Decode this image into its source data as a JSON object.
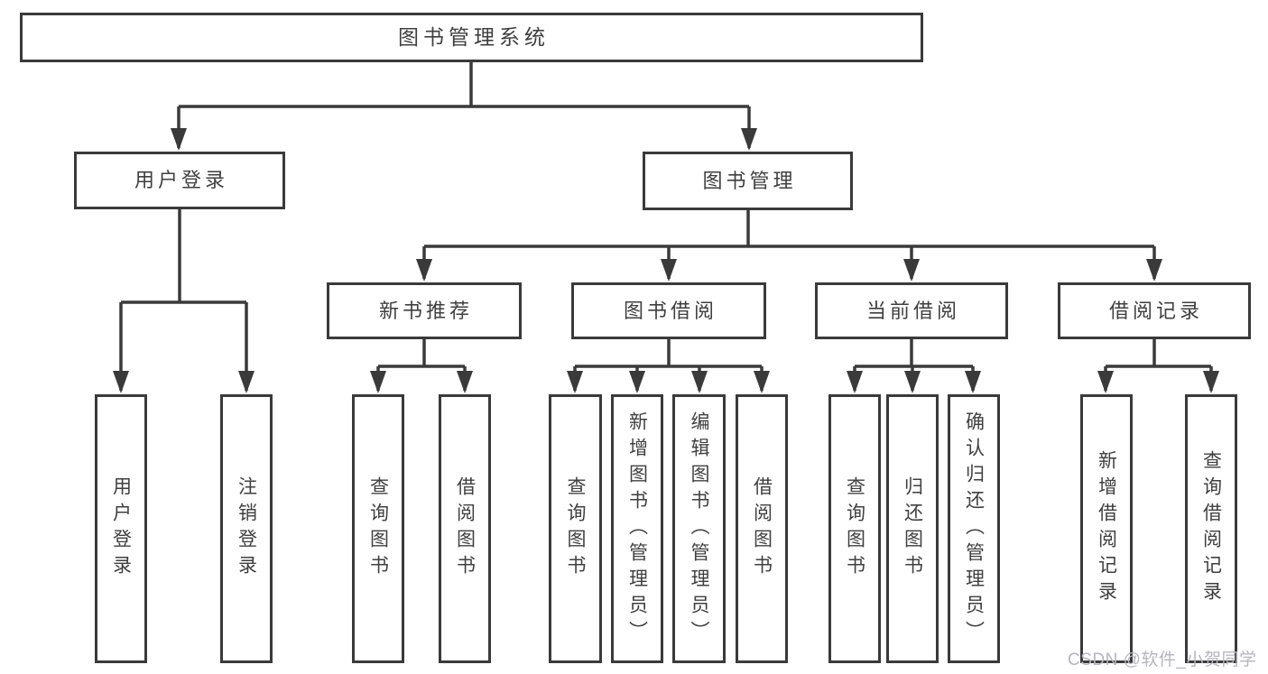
{
  "diagram": {
    "root": {
      "label": "图书管理系统"
    },
    "level2": [
      {
        "label": "用户登录"
      },
      {
        "label": "图书管理"
      }
    ],
    "level3": [
      {
        "label": "新书推荐"
      },
      {
        "label": "图书借阅"
      },
      {
        "label": "当前借阅"
      },
      {
        "label": "借阅记录"
      }
    ],
    "leaves": {
      "user_login": [
        {
          "label": "用户登录"
        },
        {
          "label": "注销登录"
        }
      ],
      "new_book": [
        {
          "label": "查询图书"
        },
        {
          "label": "借阅图书"
        }
      ],
      "book_borrow": [
        {
          "label": "查询图书"
        },
        {
          "label": "新增图书（管理员）"
        },
        {
          "label": "编辑图书（管理员）"
        },
        {
          "label": "借阅图书"
        }
      ],
      "current_borrow": [
        {
          "label": "查询图书"
        },
        {
          "label": "归还图书"
        },
        {
          "label": "确认归还（管理员）"
        }
      ],
      "borrow_record": [
        {
          "label": "新增借阅记录"
        },
        {
          "label": "查询借阅记录"
        }
      ]
    }
  },
  "watermark": {
    "text": "CSDN @软件_小贺同学"
  },
  "colors": {
    "line": "#3a3a3a",
    "box_border": "#3a3a3a",
    "text": "#3f3f3f",
    "watermark": "#b5b5bd",
    "background": "#ffffff"
  }
}
